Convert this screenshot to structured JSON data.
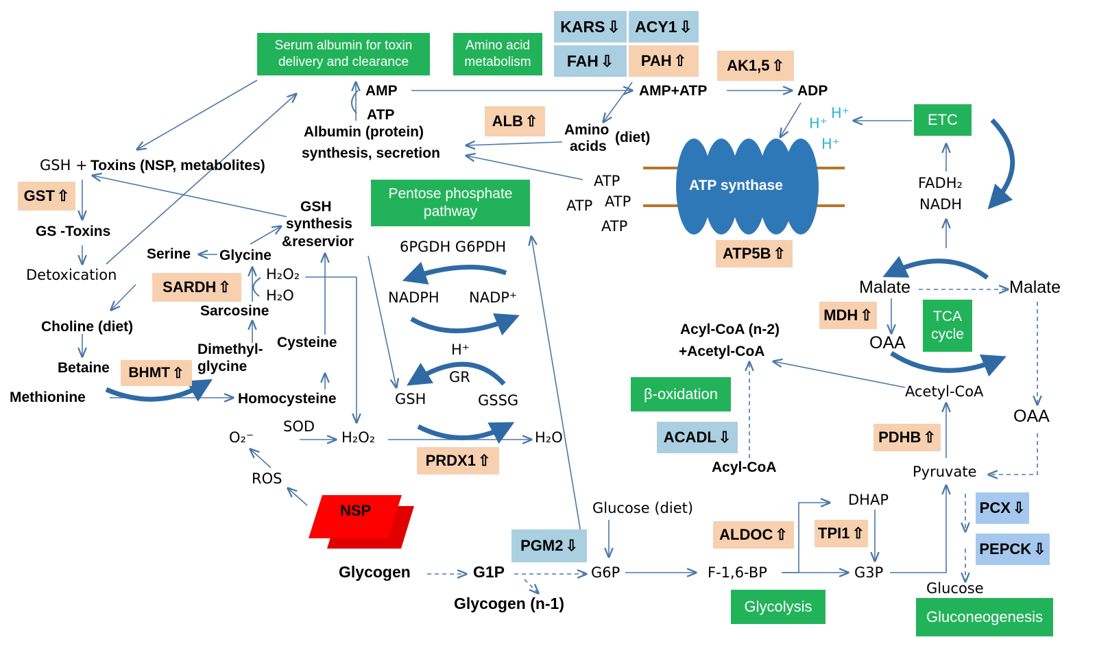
{
  "colors": {
    "arrow": "#4a78a8",
    "green": "#22b35a",
    "peach": "#f7d0b0",
    "blue": "#a9cfe0",
    "blue2": "#a6c8ee",
    "red": "#ff0000",
    "membrane": "#b5762c",
    "synthase": "#2f78b8",
    "curve": "#2f6aa5"
  },
  "green_boxes": {
    "serum_albumin": "Serum albumin for toxin delivery and clearance",
    "amino_acid": "Amino acid metabolism",
    "pentose": "Pentose phosphate pathway",
    "etc": "ETC",
    "tca": "TCA cycle",
    "beta_ox": "β-oxidation",
    "glycolysis": "Glycolysis",
    "gluconeo": "Gluconeogenesis"
  },
  "genes": {
    "kars": "KARS",
    "acy1": "ACY1",
    "fah": "FAH",
    "pah": "PAH",
    "ak15": "AK1,5",
    "alb": "ALB",
    "gst": "GST",
    "sardh": "SARDH",
    "bhmt": "BHMT",
    "atp5b": "ATP5B",
    "mdh": "MDH",
    "prdx1": "PRDX1",
    "acadl": "ACADL",
    "pdhb": "PDHB",
    "pgm2": "PGM2",
    "aldoc": "ALDOC",
    "tpi1": "TPI1",
    "pcx": "PCX",
    "pepck": "PEPCK",
    "up": "⇧",
    "down": "⇩"
  },
  "labels": {
    "amp": "AMP",
    "atp_top": "ATP",
    "albumin_line1": "Albumin (protein)",
    "albumin_line2": "synthesis, secretion",
    "amp_atp": "AMP+ATP",
    "adp": "ADP",
    "amino": "Amino",
    "acids": "acids",
    "diet": "(diet)",
    "gsh_plus": "GSH +",
    "toxins": "Toxins (NSP, metabolites)",
    "gs_toxins": "GS -Toxins",
    "detox": "Detoxication",
    "serine": "Serine",
    "glycine": "Glycine",
    "gsh_synth1": "GSH",
    "gsh_synth2": "synthesis",
    "gsh_synth3": "&reservior",
    "h2o2_a": "H₂O₂",
    "h2o_a": "H₂O",
    "sarcosine": "Sarcosine",
    "choline": "Choline (diet)",
    "dimethyl1": "Dimethyl-",
    "dimethyl2": "glycine",
    "cysteine": "Cysteine",
    "betaine": "Betaine",
    "methionine": "Methionine",
    "homocysteine": "Homocysteine",
    "o2": "O₂⁻",
    "sod": "SOD",
    "h2o2_b": "H₂O₂",
    "h2o_b": "H₂O",
    "ros": "ROS",
    "nsp": "NSP",
    "g6pdh_pair": "6PGDH G6PDH",
    "nadph": "NADPH",
    "nadp": "NADP⁺",
    "h_plus": "H⁺",
    "gr": "GR",
    "gsh_r": "GSH",
    "gssg": "GSSG",
    "atp1": "ATP",
    "atp2": "ATP",
    "atp3": "ATP",
    "atp4": "ATP",
    "synthase": "ATP synthase",
    "hp1": "H⁺",
    "hp2": "H⁺",
    "hp3": "H⁺",
    "fadh2": "FADH₂",
    "nadh": "NADH",
    "malate_l": "Malate",
    "malate_r": "Malate",
    "oaa_l": "OAA",
    "oaa_r": "OAA",
    "acylcoa_n2": "Acyl-CoA (n-2)",
    "acetyl_plus": "+Acetyl-CoA",
    "acetylcoa": "Acetyl-CoA",
    "acylcoa": "Acyl-CoA",
    "pyruvate": "Pyruvate",
    "glucose_diet": "Glucose (diet)",
    "dhap": "DHAP",
    "glycogen": "Glycogen",
    "g1p": "G1P",
    "g6p": "G6P",
    "f16bp": "F-1,6-BP",
    "g3p": "G3P",
    "glycogen_n1": "Glycogen (n-1)",
    "glucose": "Glucose"
  }
}
